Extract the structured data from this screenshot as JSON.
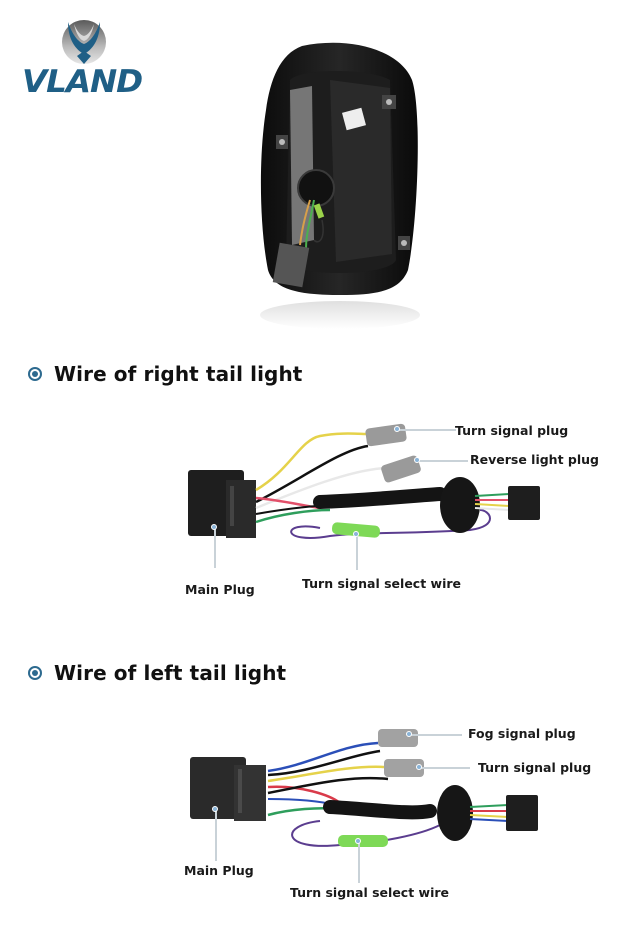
{
  "brand": {
    "name": "VLAND",
    "logo_icon": "v-emblem-icon",
    "color": "#1f5f86"
  },
  "product_image": {
    "subject": "tail-light-rear-housing",
    "description": "Back view of black tail light housing with wiring harness"
  },
  "sections": [
    {
      "bullet_icon": "radio-bullet-icon",
      "title": "Wire of right tail light",
      "labels": {
        "plug_1": "Turn signal plug",
        "plug_2": "Reverse light plug",
        "main_plug": "Main Plug",
        "select_wire": "Turn signal select wire"
      }
    },
    {
      "bullet_icon": "radio-bullet-icon",
      "title": "Wire of left tail light",
      "labels": {
        "plug_1": "Fog signal plug",
        "plug_2": "Turn signal plug",
        "main_plug": "Main Plug",
        "select_wire": "Turn signal select wire"
      }
    }
  ],
  "colors": {
    "accent": "#2d6a8f",
    "leader_line": "#c9d2d8",
    "leader_dot": "#8ab4d8"
  }
}
